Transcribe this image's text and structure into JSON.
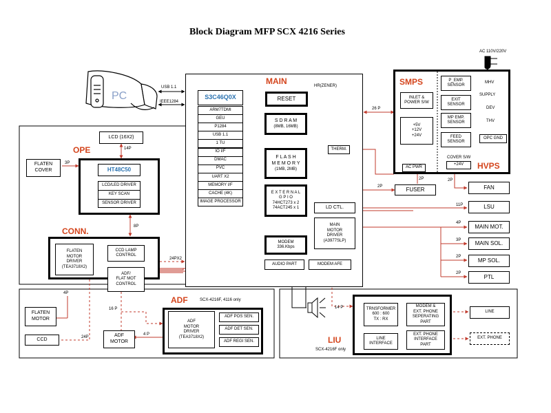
{
  "title": "Block Diagram MFP SCX 4216 Series",
  "colors": {
    "section_title": "#d4451d",
    "chip": "#2a72b0",
    "highlight": "#3aa03a",
    "wire": "#c0392b"
  },
  "pc": {
    "label": "PC",
    "usb": "USB 1.1",
    "ieee": "IEEE1284"
  },
  "ac": {
    "label": "AC 110V/220V"
  },
  "main": {
    "title": "MAIN",
    "hr": "HR(ZENER)",
    "cpu": "S3C46Q0X",
    "cpu_blocks": [
      "ARM7TDMI",
      "GEU",
      "P1284",
      "USB 1.1",
      "1 TU",
      "IO I/F",
      "DMAC",
      "PVC",
      "UART X2",
      "MEMORY I/F",
      "CACHE (4K)",
      "IMAGE PROCESSOR"
    ],
    "reset": "RESET",
    "sdram": [
      "S D R A M",
      "(8MB, 16MB)"
    ],
    "flash": [
      "F L A S H",
      "M E M O R Y",
      "(1MB, 2MB)"
    ],
    "gpio": [
      "E X T E R N A L",
      "G P I O",
      "74HCT273 x 2",
      "74ACT245 x 1"
    ],
    "therm": "THERM.",
    "ld_ctl": "LD CTL.",
    "motor_driver": [
      "MAIN",
      "MOTOR",
      "DRIVER",
      "(A3977SLP)"
    ],
    "modem": [
      "MODEM",
      "336.Kbps"
    ],
    "audio": "AUDIO PART",
    "modem_afe": "MODEM AFE"
  },
  "smps": {
    "title": "SMPS",
    "hvps": "HVPS",
    "inlet": [
      "INLET &",
      "POWER S/W"
    ],
    "voltages": [
      "+5V",
      "+12V",
      "+24V"
    ],
    "ac_pwr": "AC PWR",
    "sensors": [
      [
        "P_EMP.",
        "SENSOR"
      ],
      [
        "EXIT",
        "SENSOR"
      ],
      [
        "MP EMP.",
        "SENSOR"
      ],
      [
        "FEED",
        "SENSOR"
      ]
    ],
    "cover_sw": "COVER S/W",
    "plus24": "+24V",
    "hv_outputs": [
      "MHV",
      "SUPPLY",
      "DEV",
      "THV"
    ],
    "opc_gnd": "OPC GND"
  },
  "ope": {
    "title": "OPE",
    "lcd": "LCD (16X2)",
    "chip": "HT48C50",
    "blocks": [
      "LCD/LED DRIVER",
      "KEY SCAN",
      "SENSOR DRIVER"
    ],
    "platen_cover": [
      "FLATEN",
      "COVER"
    ]
  },
  "conn": {
    "title": "CONN.",
    "motor_driver": [
      "FLATEN",
      "MOTOR",
      "DRIVER",
      "(TEA3718X2)"
    ],
    "ccd_lamp": [
      "CCD LAMP",
      "CONTROL"
    ],
    "adf_flat": [
      "ADF/",
      "FLAT MOT",
      "CONTROL"
    ]
  },
  "left": {
    "platen_motor": [
      "FLATEN",
      "MOTOR"
    ],
    "ccd": "CCD"
  },
  "adf": {
    "title": "ADF",
    "note": "SCX-4216F, 4116 only",
    "motor": [
      "ADF",
      "MOTOR"
    ],
    "driver": [
      "ADF",
      "MOTOR",
      "DRIVER",
      "(TEA3718X2)"
    ],
    "sensors": [
      "ADF POS SEN.",
      "ADF DET SEN.",
      "ADF REGI SEN."
    ]
  },
  "liu": {
    "title": "LIU",
    "note": "SCX-4216F only",
    "transformer": [
      "TRNSFORMER",
      "600 : 600",
      "TX : RX"
    ],
    "line_interface": [
      "LINE",
      "INTERFACE"
    ],
    "modem_sep": [
      "MODEM &",
      "EXT. PHONE",
      "SEPERATING",
      "PART"
    ],
    "ext_interface": [
      "EXT. PHONE",
      "INTERFACE",
      "PART"
    ],
    "line": "LINE",
    "ext_phone": "EXT. PHONE"
  },
  "fuser": "FUSER",
  "outputs": [
    "FAN",
    "LSU",
    "MAIN MOT.",
    "MAIN SOL.",
    "MP SOL.",
    "PTL"
  ],
  "pins": {
    "smps": "26 P",
    "hvps": "2P",
    "fuser": "2P",
    "fan": "2P",
    "lsu": "11P",
    "main_mot": "4P",
    "main_sol": "3P",
    "mp_sol": "2P",
    "ptl": "2P",
    "lcd": "14P",
    "platen_cover": "3P",
    "conn": "8P",
    "conn_main": "24PX2",
    "platen_motor": "4P",
    "ccd": "24P",
    "adf": "16 P",
    "adf_motor": "4 P",
    "liu": "14 P"
  }
}
